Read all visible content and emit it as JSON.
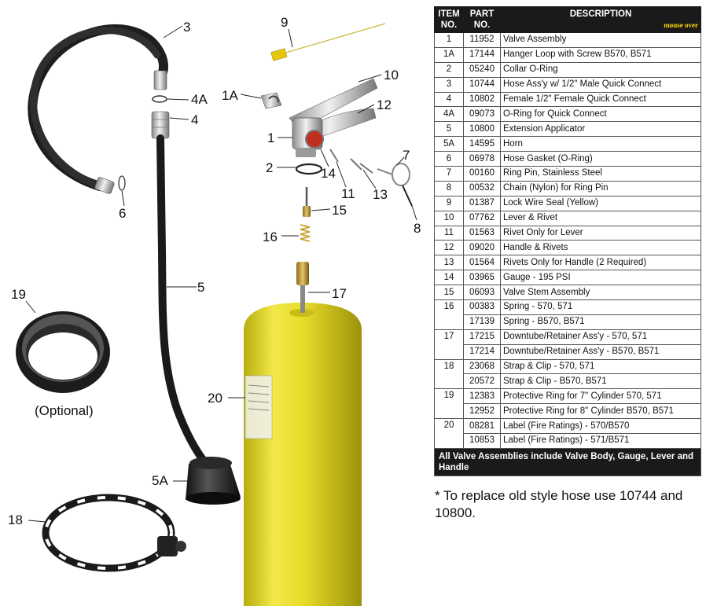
{
  "callouts": {
    "c1": "1",
    "c1A": "1A",
    "c2": "2",
    "c3": "3",
    "c4": "4",
    "c4A": "4A",
    "c5": "5",
    "c5A": "5A",
    "c6": "6",
    "c7": "7",
    "c8": "8",
    "c9": "9",
    "c10": "10",
    "c11": "11",
    "c12": "12",
    "c13": "13",
    "c14": "14",
    "c15": "15",
    "c16": "16",
    "c17": "17",
    "c18": "18",
    "c19": "19",
    "c20": "20"
  },
  "optional_label": "(Optional)",
  "colors": {
    "cylinder": "#e8dc2a",
    "hose": "#1e1e1e",
    "table_header": "#1a1a1a",
    "mouse_over": "#ffd800"
  },
  "table": {
    "headers": {
      "item_line1": "ITEM",
      "item_line2": "NO.",
      "part_line1": "PART",
      "part_line2": "NO.",
      "description": "DESCRIPTION"
    },
    "mouse_over": "mouse over",
    "rows": [
      {
        "item": "1",
        "part": "11952",
        "desc": "Valve Assembly"
      },
      {
        "item": "1A",
        "part": "17144",
        "desc": "Hanger Loop with Screw B570, B571"
      },
      {
        "item": "2",
        "part": "05240",
        "desc": "Collar O-Ring"
      },
      {
        "item": "3",
        "part": "10744",
        "desc": "Hose Ass'y w/ 1/2\" Male Quick Connect"
      },
      {
        "item": "4",
        "part": "10802",
        "desc": "Female 1/2\" Female Quick Connect"
      },
      {
        "item": "4A",
        "part": "09073",
        "desc": "O-Ring for Quick Connect"
      },
      {
        "item": "5",
        "part": "10800",
        "desc": "Extension Applicator"
      },
      {
        "item": "5A",
        "part": "14595",
        "desc": "Horn"
      },
      {
        "item": "6",
        "part": "06978",
        "desc": "Hose Gasket (O-Ring)"
      },
      {
        "item": "7",
        "part": "00160",
        "desc": "Ring Pin, Stainless Steel"
      },
      {
        "item": "8",
        "part": "00532",
        "desc": "Chain (Nylon) for Ring Pin"
      },
      {
        "item": "9",
        "part": "01387",
        "desc": "Lock Wire Seal (Yellow)"
      },
      {
        "item": "10",
        "part": "07762",
        "desc": "Lever & Rivet"
      },
      {
        "item": "11",
        "part": "01563",
        "desc": "Rivet Only for Lever"
      },
      {
        "item": "12",
        "part": "09020",
        "desc": "Handle & Rivets"
      },
      {
        "item": "13",
        "part": "01564",
        "desc": "Rivets Only for Handle (2 Required)"
      },
      {
        "item": "14",
        "part": "03965",
        "desc": "Gauge  - 195 PSI"
      },
      {
        "item": "15",
        "part": "06093",
        "desc": "Valve Stem Assembly"
      },
      {
        "item": "16",
        "part": "00383",
        "desc": "Spring - 570, 571"
      },
      {
        "item": "",
        "part": "17139",
        "desc": "Spring - B570, B571"
      },
      {
        "item": "17",
        "part": "17215",
        "desc": "Downtube/Retainer Ass'y - 570, 571"
      },
      {
        "item": "",
        "part": "17214",
        "desc": "Downtube/Retainer Ass'y - B570, B571"
      },
      {
        "item": "18",
        "part": "23068",
        "desc": "Strap & Clip - 570, 571"
      },
      {
        "item": "",
        "part": "20572",
        "desc": "Strap & Clip - B570, B571"
      },
      {
        "item": "19",
        "part": "12383",
        "desc": "Protective Ring for 7\" Cylinder 570, 571"
      },
      {
        "item": "",
        "part": "12952",
        "desc": "Protective Ring for 8\" Cylinder B570, B571"
      },
      {
        "item": "20",
        "part": "08281",
        "desc": "Label (Fire Ratings) - 570/B570"
      },
      {
        "item": "",
        "part": "10853",
        "desc": "Label (Fire Ratings) - 571/B571"
      }
    ],
    "footer": "All Valve Assemblies include Valve Body, Gauge, Lever and Handle"
  },
  "footnote": "* To replace old style hose use 10744 and 10800."
}
